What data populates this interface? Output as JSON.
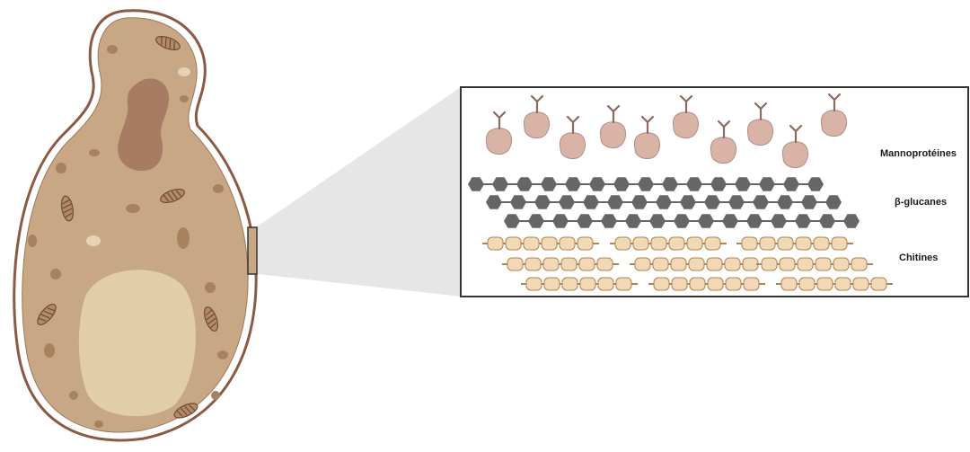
{
  "labels": {
    "mannoproteins": "Mannoprotéines",
    "glucans": "β-glucanes",
    "chitins": "Chitines"
  },
  "colors": {
    "cell_fill": "#c7a784",
    "cell_outline": "#8a5a44",
    "vacuole": "#e2cda9",
    "nucleus": "#a87c62",
    "protein": "#d9b4a6",
    "glucan": "#666666",
    "chitin_fill": "#f1d8b6",
    "chitin_line": "#b38450"
  }
}
